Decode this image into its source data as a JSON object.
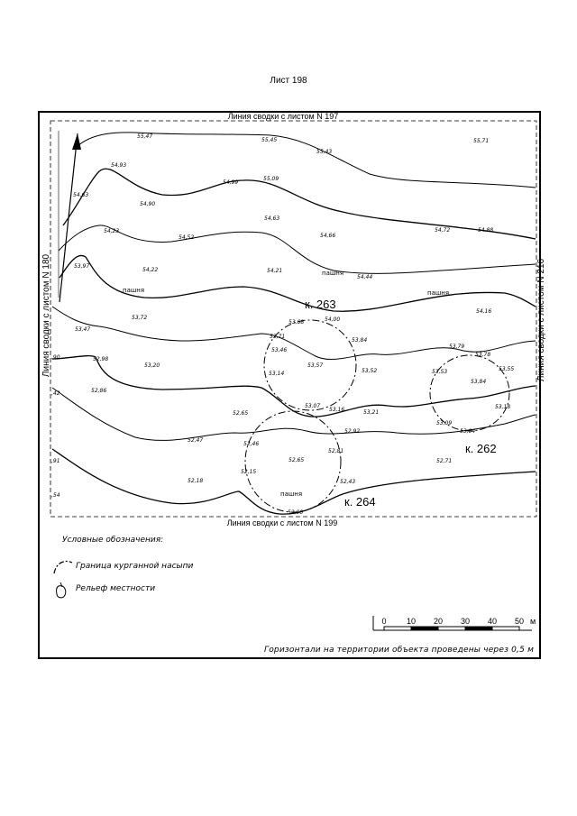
{
  "sheet": {
    "title": "Лист 198"
  },
  "borders": {
    "top": "Линия сводки с листом N 197",
    "bottom": "Линия сводки с листом N 199",
    "left": "Линия сводки с листом N 180",
    "right": "Линия сводки с листом N 216"
  },
  "mounds": [
    {
      "label": "к. 263"
    },
    {
      "label": "к. 262"
    },
    {
      "label": "к. 264"
    }
  ],
  "field_labels": [
    "пашня",
    "пашня",
    "пашня",
    "пашня"
  ],
  "spot_heights": [
    "55,47",
    "55,45",
    "55,43",
    "55,71",
    "54,93",
    "55,09",
    "54,99",
    "54,63",
    "54,90",
    "54,63",
    "54,23",
    "54,52",
    "54,66",
    "54,72",
    "54,88",
    "53,97",
    "54,22",
    "54,21",
    "54,44",
    "54,16",
    "53,72",
    "53,47",
    "53,68",
    "54,00",
    "53,71",
    "53,84",
    "53,46",
    "53,57",
    "53,79",
    "53,78",
    "52,98",
    "53,20",
    "53,14",
    "53,52",
    "53,53",
    "53,84",
    "53,55",
    ",90",
    "52,86",
    "53,07",
    "53,16",
    "53,21",
    "53,18",
    ",42",
    "52,65",
    "53,09",
    "53,04",
    "52,47",
    "52,46",
    "52,92",
    "52,81",
    "52,65",
    "52,71",
    ",91",
    "52,18",
    "52,15",
    "52,43",
    ",54",
    "52,00"
  ],
  "legend": {
    "title": "Условные обозначения:",
    "items": [
      {
        "icon": "mound-boundary-icon",
        "label": "Граница курганной насыпи"
      },
      {
        "icon": "relief-icon",
        "label": "Рельеф местности"
      }
    ]
  },
  "scale_bar": {
    "ticks": [
      "0",
      "10",
      "20",
      "30",
      "40",
      "50"
    ],
    "unit": "м"
  },
  "note": "Горизонтали на территории объекта проведены через 0,5 м"
}
